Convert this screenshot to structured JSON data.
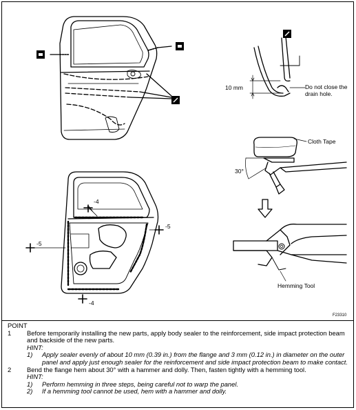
{
  "figure": {
    "dimension_label": "10 mm",
    "drain_hole_note": "Do not close the drain hole.",
    "cloth_tape_label": "Cloth Tape",
    "angle_label": "30°",
    "hemming_tool_label": "Hemming Tool",
    "callouts": [
      "-4",
      "-5",
      "-5",
      "-4"
    ],
    "figure_code": "F23310",
    "icons": [
      "sealer-icon",
      "sealer-icon",
      "sealer-icon",
      "sealer-icon"
    ]
  },
  "notes": {
    "heading": "POINT",
    "items": [
      {
        "num": "1",
        "text": "Before temporarily installing the new parts, apply body sealer to the reinforcement, side impact protection beam and backside of the new parts.",
        "hint_label": "HINT:",
        "hints": [
          {
            "num": "1)",
            "text": "Apply sealer evenly of about 10 mm (0.39 in.) from the flange and 3 mm (0.12 in.) in diameter on the outer panel and apply just enough sealer for the reinforcement and side impact protection beam to make contact."
          }
        ]
      },
      {
        "num": "2",
        "text": "Bend the flange hem about 30° with a hammer and dolly. Then, fasten tightly with a hemming tool.",
        "hint_label": "HINT:",
        "hints": [
          {
            "num": "1)",
            "text": "Perform hemming in three steps, being careful not to warp the panel."
          },
          {
            "num": "2)",
            "text": "If a hemming tool cannot be used, hem with a hammer and dolly."
          }
        ]
      }
    ]
  }
}
